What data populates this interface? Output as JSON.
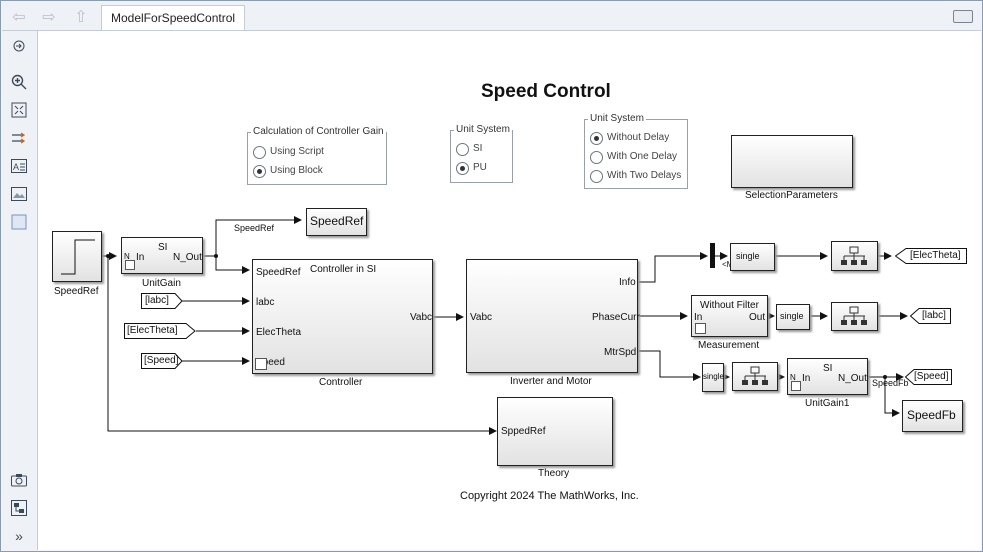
{
  "window": {
    "tab_title": "ModelForSpeedControl"
  },
  "toolbar_icons": [
    "back-arrow-icon",
    "forward-arrow-icon",
    "up-arrow-icon",
    "keyboard-icon"
  ],
  "sidebar_icons": [
    "hide-explorer-icon",
    "zoom-in-icon",
    "fit-to-view-icon",
    "signal-routing-icon",
    "annotation-icon",
    "image-icon",
    "area-icon",
    "camera-icon",
    "model-browser-icon",
    "expand-icon"
  ],
  "canvas": {
    "title": "Speed Control",
    "copyright": "Copyright 2024 The MathWorks, Inc."
  },
  "gain_group": {
    "title": "Calculation of Controller Gain",
    "options": [
      "Using Script",
      "Using Block"
    ],
    "selected": "Using Block"
  },
  "unit_group": {
    "title": "Unit System",
    "options": [
      "SI",
      "PU"
    ],
    "selected": "PU"
  },
  "delay_group": {
    "title": "Unit System",
    "options": [
      "Without Delay",
      "With One Delay",
      "With Two Delays"
    ],
    "selected": "Without Delay"
  },
  "blocks": {
    "selection_parameters": "SelectionParameters",
    "speedref_step": "SpeedRef",
    "unitgain_name": "UnitGain",
    "unitgain_top": "SI",
    "unitgain_in": "In",
    "unitgain_out": "N_Out",
    "unitgain_port_n": "N",
    "speedref_signal": "SpeedRef",
    "speedref_goto": "SpeedRef",
    "from_labc": "[labc]",
    "from_electheta": "[ElecTheta]",
    "from_speed": "[Speed]",
    "controller_title": "Controller in SI",
    "controller_name": "Controller",
    "ctrl_in1": "SpeedRef",
    "ctrl_in2": "labc",
    "ctrl_in3": "ElecTheta",
    "ctrl_in4": "Speed",
    "ctrl_out": "Vabc",
    "inv_name": "Inverter and Motor",
    "inv_in": "Vabc",
    "inv_out1": "Info",
    "inv_out2": "PhaseCurr",
    "inv_out3": "MtrSpd",
    "measurement_title": "Without Filter",
    "measurement_in": "In",
    "measurement_out": "Out",
    "measurement_name": "Measurement",
    "single1": "single",
    "single2": "single",
    "single3": "single",
    "elcpos_label": "<MtrElcPos>",
    "goto_electheta": "[ElecTheta]",
    "goto_labc": "[labc]",
    "goto_speed": "[Speed]",
    "unitgain1_name": "UnitGain1",
    "unitgain1_top": "SI",
    "unitgain1_in": "In",
    "unitgain1_out": "N_Out",
    "unitgain1_port_n": "N",
    "speedfb_signal": "SpeedFb",
    "speedfb_goto": "SpeedFb",
    "theory_in": "SppedRef",
    "theory_name": "Theory"
  }
}
